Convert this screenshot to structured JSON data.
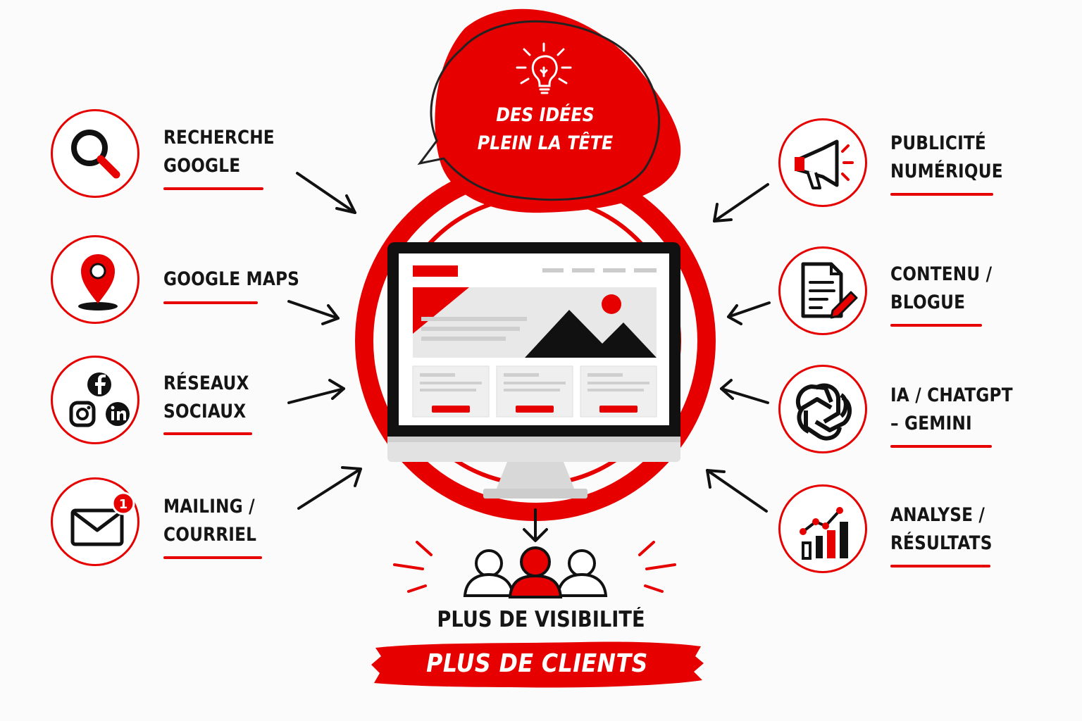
{
  "bubble": {
    "lines": [
      "DES IDÉES",
      "PLEIN LA TÊTE"
    ],
    "icon": "lightbulb-icon"
  },
  "left_items": [
    {
      "lines": [
        "RECHERCHE",
        "GOOGLE"
      ],
      "icon": "search-icon"
    },
    {
      "lines": [
        "GOOGLE MAPS"
      ],
      "icon": "map-pin-icon"
    },
    {
      "lines": [
        "RÉSEAUX",
        "SOCIAUX"
      ],
      "icon": "social-media-icon"
    },
    {
      "lines": [
        "MAILING /",
        "COURRIEL"
      ],
      "icon": "mail-icon",
      "badge": "1"
    }
  ],
  "right_items": [
    {
      "lines": [
        "PUBLICITÉ",
        "NUMÉRIQUE"
      ],
      "icon": "megaphone-icon"
    },
    {
      "lines": [
        "CONTENU /",
        "BLOGUE"
      ],
      "icon": "document-pen-icon"
    },
    {
      "lines": [
        "IA / CHATGPT",
        "– GEMINI"
      ],
      "icon": "ai-knot-icon"
    },
    {
      "lines": [
        "ANALYSE /",
        "RÉSULTATS"
      ],
      "icon": "chart-icon"
    }
  ],
  "bottom": {
    "title": "PLUS DE VISIBILITÉ",
    "banner": "PLUS DE CLIENTS"
  },
  "colors": {
    "accent": "#e60000",
    "ink": "#151515",
    "background": "#fbfbfb"
  }
}
